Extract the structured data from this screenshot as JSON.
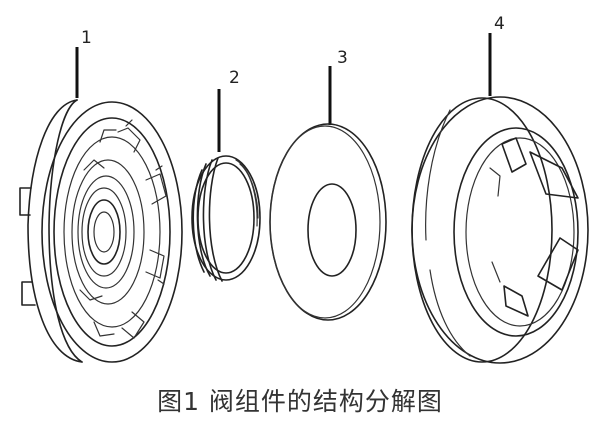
{
  "figure": {
    "part_labels": [
      "1",
      "2",
      "3",
      "4"
    ],
    "caption": "图1 阀组件的结构分解图"
  }
}
